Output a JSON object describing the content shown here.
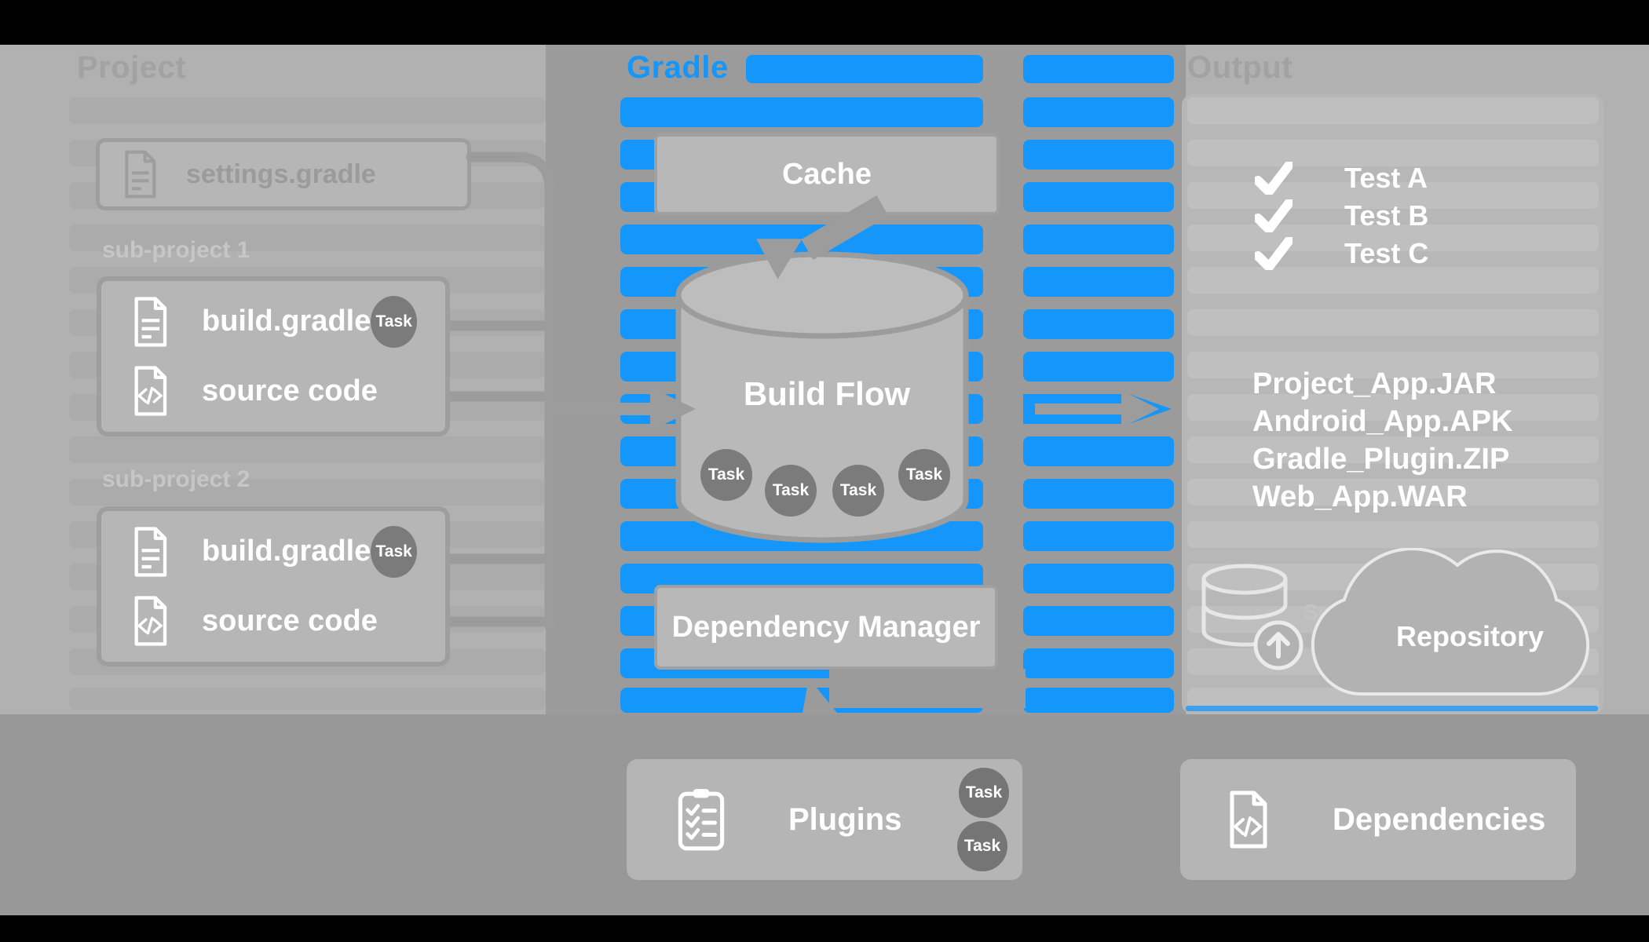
{
  "colors": {
    "blue": "#1496fa",
    "background_gray": "#b1b1b1",
    "column_gap_gray": "#9b9b9b",
    "bottom_band_gray": "#989898",
    "box_fill": "#b6b6b6",
    "box_border": "#9e9e9e",
    "task_circle_gray": "#7b7b7b",
    "white": "#ffffff",
    "black_bar": "#000000"
  },
  "header": {
    "left_title": "Project",
    "middle_title": "Gradle",
    "right_title": "Output"
  },
  "project": {
    "settings_file": {
      "label": "settings.gradle",
      "icon": "document-icon"
    },
    "subprojects": [
      {
        "label": "sub-project 1",
        "files": [
          {
            "name": "build.gradle",
            "icon": "document-icon",
            "badge": "Task"
          },
          {
            "name": "source code",
            "icon": "code-file-icon"
          }
        ]
      },
      {
        "label": "sub-project 2",
        "files": [
          {
            "name": "build.gradle",
            "icon": "document-icon",
            "badge": "Task"
          },
          {
            "name": "source code",
            "icon": "code-file-icon"
          }
        ]
      }
    ]
  },
  "gradle": {
    "cache_label": "Cache",
    "build_flow": {
      "label": "Build Flow",
      "tasks": [
        "Task",
        "Task",
        "Task",
        "Task"
      ]
    },
    "dependency_manager_label": "Dependency Manager"
  },
  "output": {
    "tests": [
      {
        "label": "Test A"
      },
      {
        "label": "Test B"
      },
      {
        "label": "Test C"
      }
    ],
    "artifacts": [
      "Project_App.JAR",
      "Android_App.APK",
      "Gradle_Plugin.ZIP",
      "Web_App.WAR"
    ],
    "server_label": "Server",
    "repository_label": "Repository"
  },
  "bottom": {
    "plugins": {
      "label": "Plugins",
      "tasks": [
        "Task",
        "Task"
      ],
      "icon": "clipboard-checklist-icon"
    },
    "dependencies": {
      "label": "Dependencies",
      "icon": "code-file-icon"
    }
  }
}
